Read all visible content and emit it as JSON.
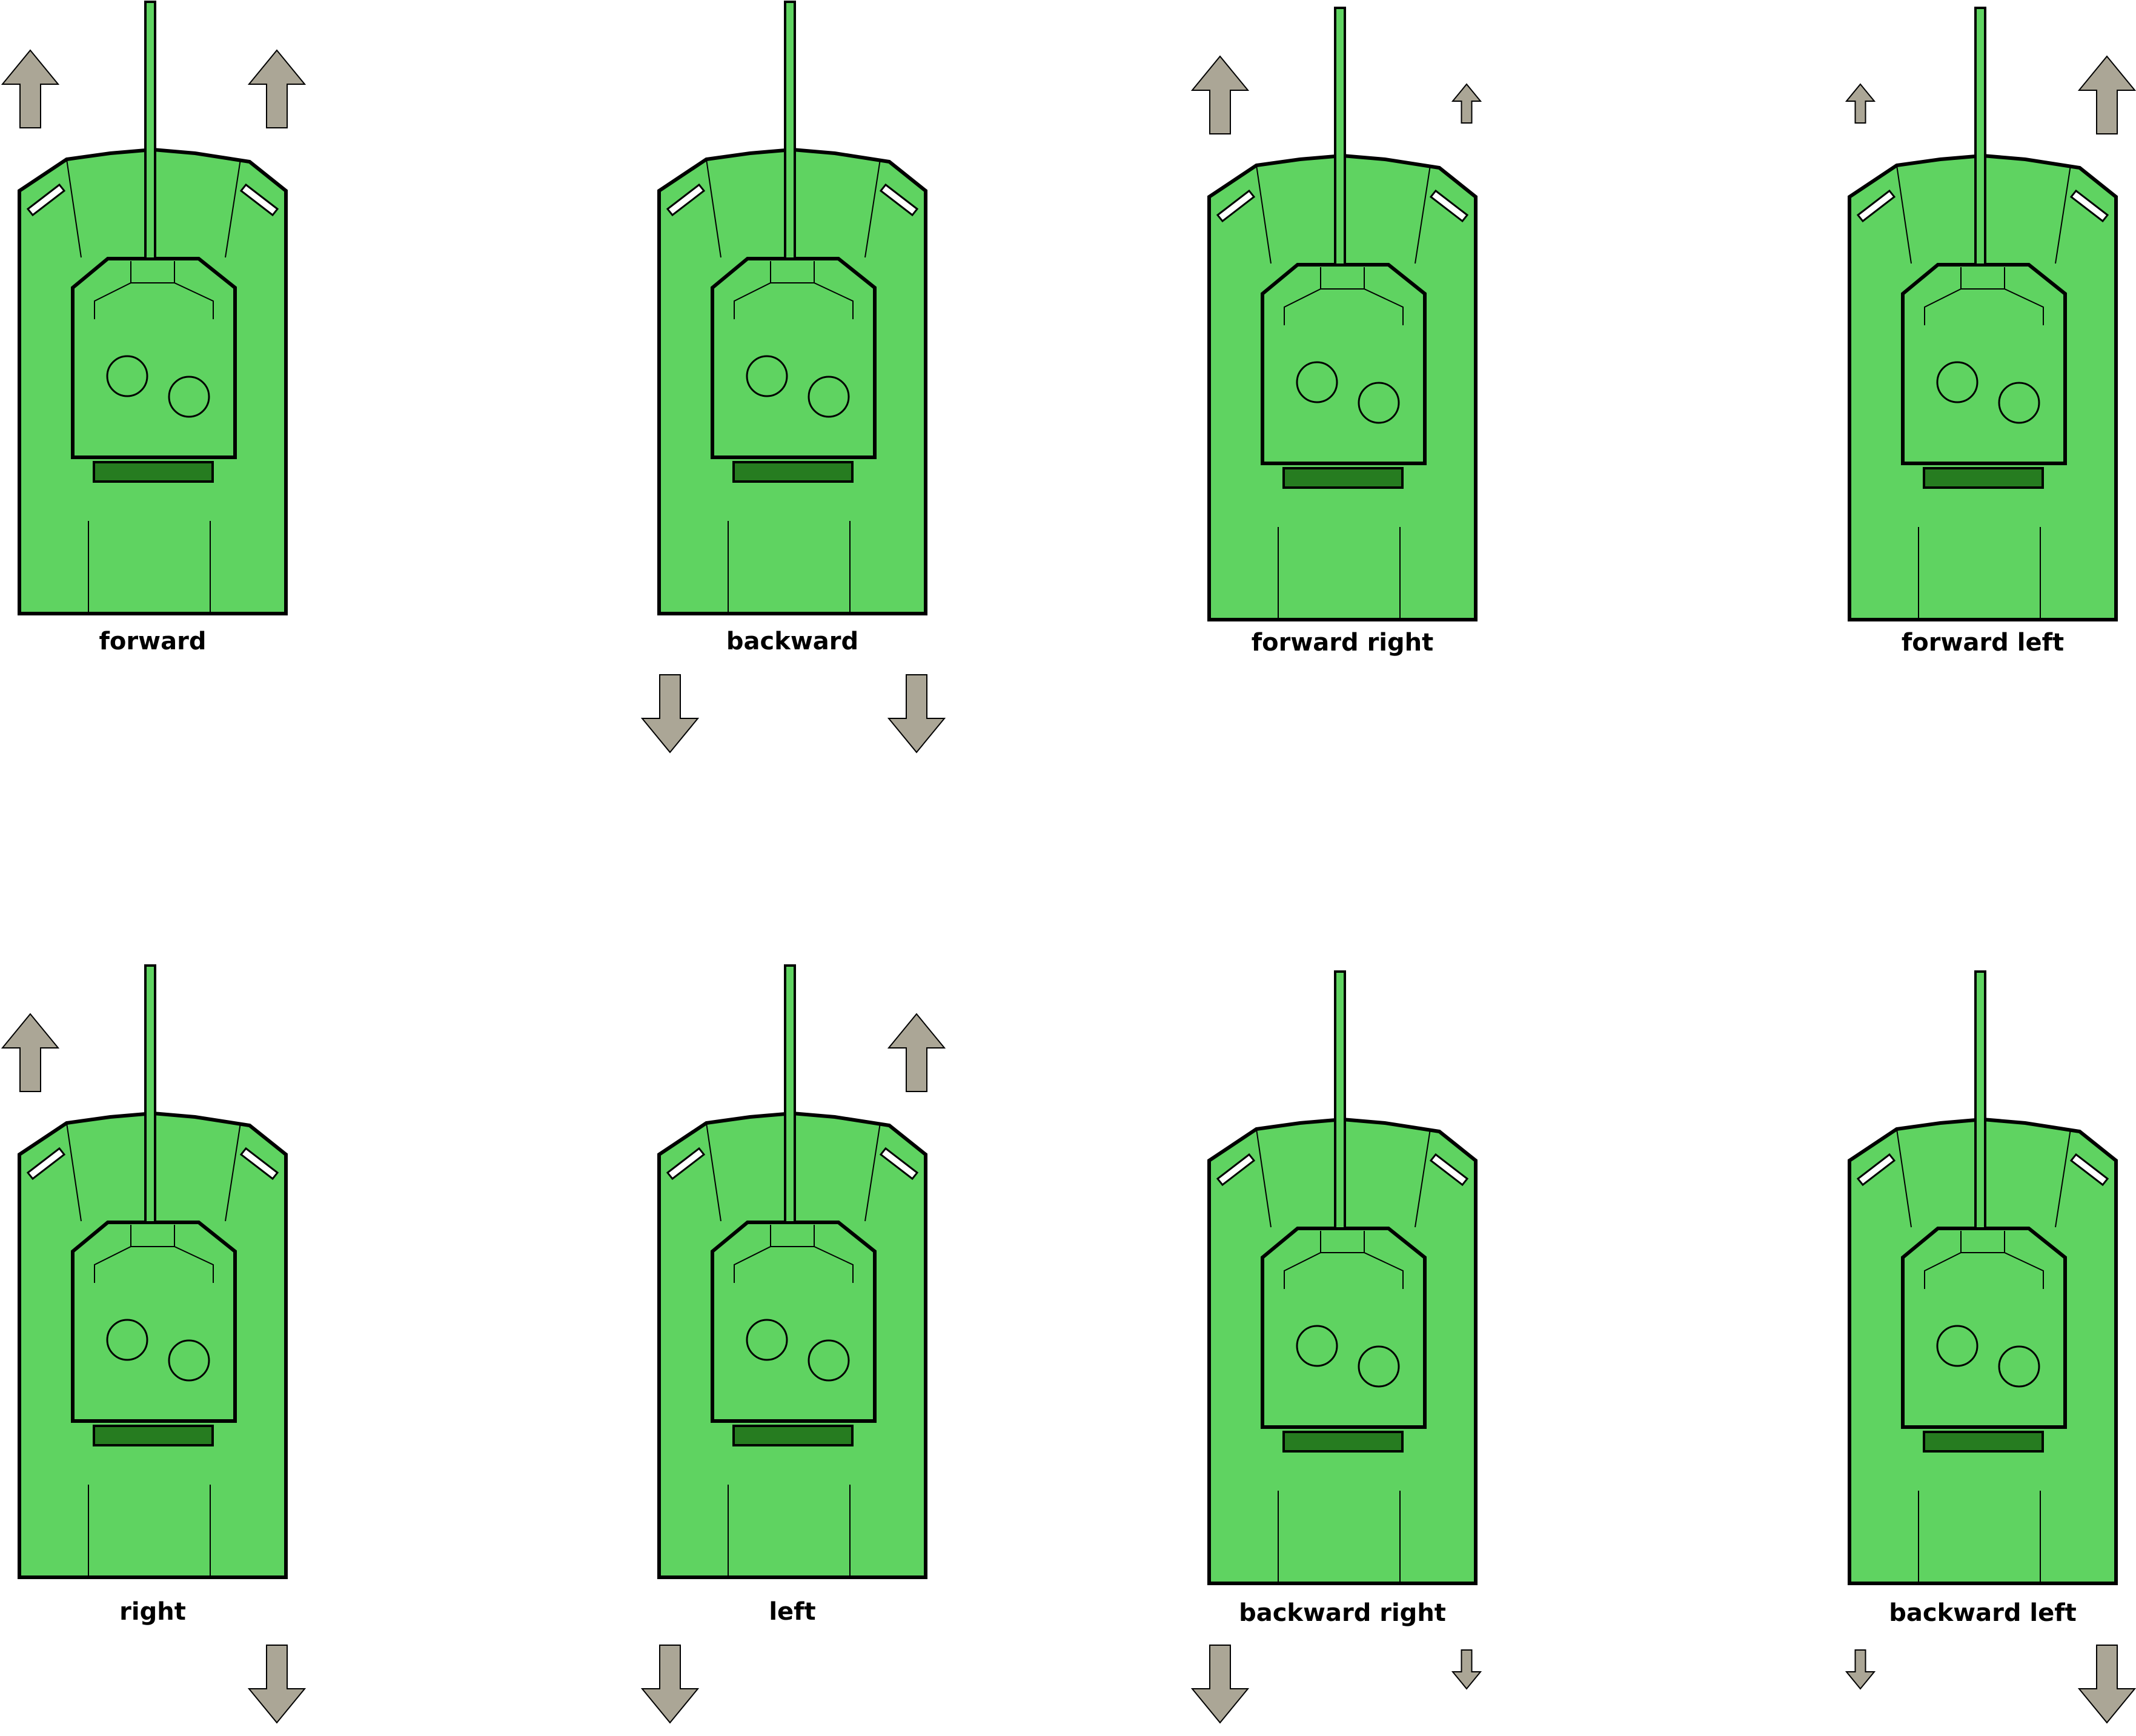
{
  "colors": {
    "tank_body": "#5fd361",
    "tank_outline": "#000000",
    "tank_dark": "#267c20",
    "arrow_fill": "#aba696",
    "background": "#ffffff"
  },
  "panels": [
    {
      "label": "forward",
      "left_track": {
        "direction": "up",
        "magnitude": "full"
      },
      "right_track": {
        "direction": "up",
        "magnitude": "full"
      }
    },
    {
      "label": "backward",
      "left_track": {
        "direction": "down",
        "magnitude": "full"
      },
      "right_track": {
        "direction": "down",
        "magnitude": "full"
      }
    },
    {
      "label": "forward right",
      "left_track": {
        "direction": "up",
        "magnitude": "full"
      },
      "right_track": {
        "direction": "up",
        "magnitude": "reduced"
      }
    },
    {
      "label": "forward left",
      "left_track": {
        "direction": "up",
        "magnitude": "reduced"
      },
      "right_track": {
        "direction": "up",
        "magnitude": "full"
      }
    },
    {
      "label": "right",
      "left_track": {
        "direction": "up",
        "magnitude": "full"
      },
      "right_track": {
        "direction": "down",
        "magnitude": "full"
      }
    },
    {
      "label": "left",
      "left_track": {
        "direction": "down",
        "magnitude": "full"
      },
      "right_track": {
        "direction": "up",
        "magnitude": "full"
      }
    },
    {
      "label": "backward right",
      "left_track": {
        "direction": "down",
        "magnitude": "full"
      },
      "right_track": {
        "direction": "down",
        "magnitude": "reduced"
      }
    },
    {
      "label": "backward left",
      "left_track": {
        "direction": "down",
        "magnitude": "reduced"
      },
      "right_track": {
        "direction": "down",
        "magnitude": "full"
      }
    }
  ]
}
